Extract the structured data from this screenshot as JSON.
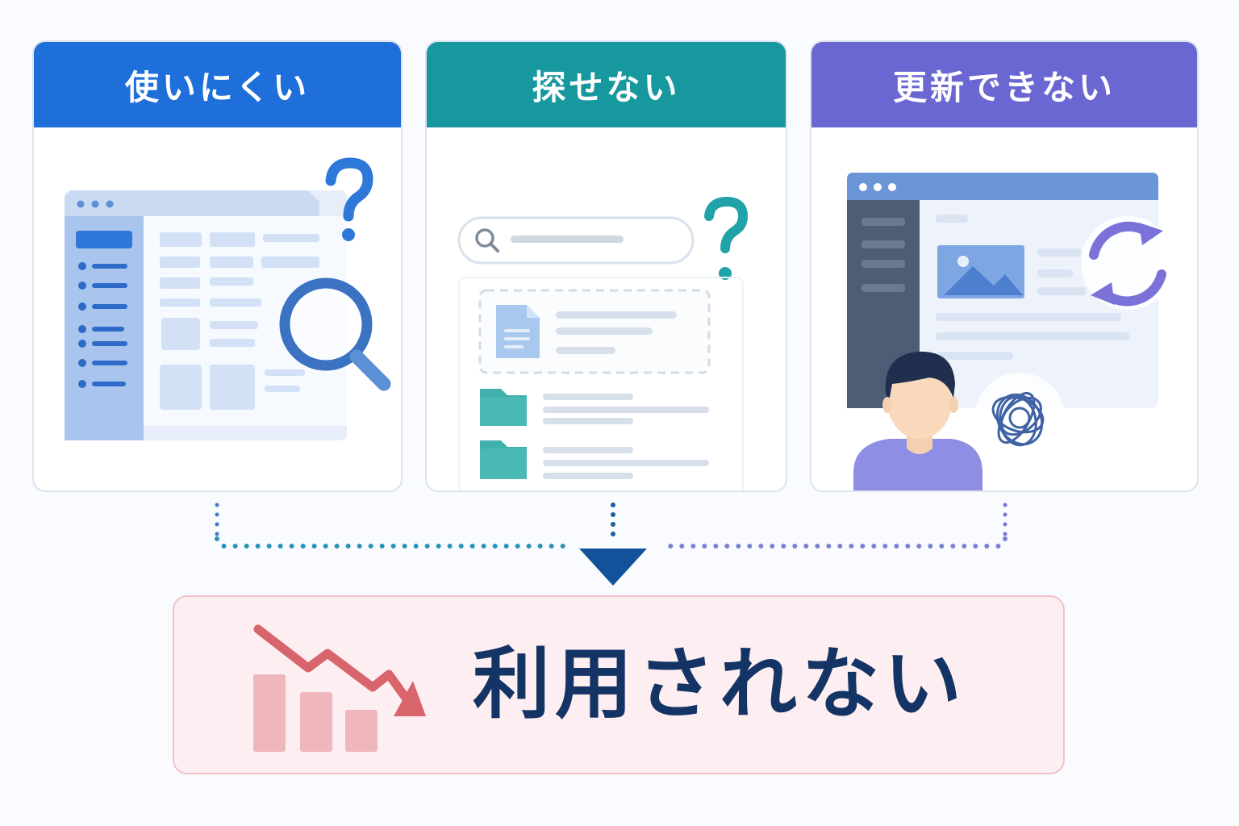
{
  "colors": {
    "card1_header": "#1e6fd9",
    "card2_header": "#17979e",
    "card3_header": "#6b67d2",
    "arrow": "#12529a",
    "result_bg": "#fdeff1",
    "result_border": "#f0c2c8",
    "result_text": "#153466",
    "trend": "#d9656c",
    "bars": "#efb6bb"
  },
  "cards": [
    {
      "title": "使いにくい",
      "icons": [
        "question-icon",
        "magnifier-icon"
      ]
    },
    {
      "title": "探せない",
      "icons": [
        "search-icon",
        "question-icon",
        "document-icon",
        "folder-icon"
      ]
    },
    {
      "title": "更新できない",
      "icons": [
        "refresh-icon",
        "image-icon",
        "person-icon",
        "tangle-icon"
      ]
    }
  ],
  "result": {
    "label": "利用されない",
    "icons": [
      "down-trend-arrow-icon",
      "bar-chart-icon"
    ]
  }
}
